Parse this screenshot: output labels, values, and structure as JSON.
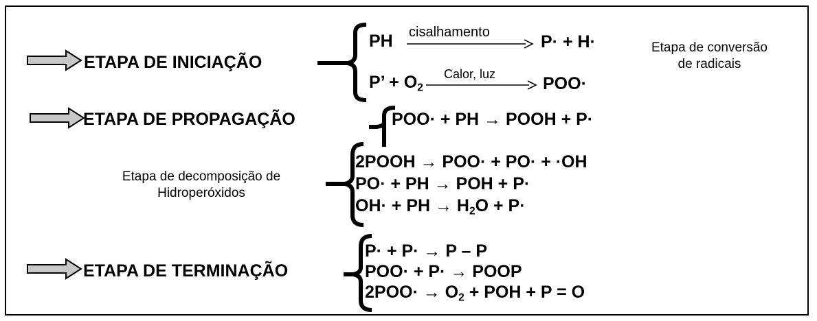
{
  "stages": {
    "iniciacao": "ETAPA DE INICIAÇÃO",
    "propagacao": "ETAPA DE PROPAGAÇÃO",
    "terminacao": "ETAPA DE TERMINAÇÃO"
  },
  "iniciacao": {
    "eq1_reactant": "PH",
    "eq1_condition": "cisalhamento",
    "eq1_products": "P· + H·",
    "eq2_reactant_a": "P’ + O",
    "eq2_reactant_sub": "2",
    "eq2_condition": "Calor, luz",
    "eq2_products": "POO·",
    "note_line1": "Etapa de conversão",
    "note_line2": "de radicais"
  },
  "propagacao": {
    "eq1": "POO· + PH → POOH + P·"
  },
  "decomposicao": {
    "label_line1": "Etapa de decomposição de",
    "label_line2": "Hidroperóxidos",
    "eq1": "2POOH → POO· + PO· + ·OH",
    "eq2": "PO· + PH → POH + P·",
    "eq3_a": "OH· + PH → H",
    "eq3_sub": "2",
    "eq3_b": "O + P·"
  },
  "terminacao": {
    "eq1": "P· + P· → P – P",
    "eq2": "POO· + P· → POOP",
    "eq3_a": "2POO· → O",
    "eq3_sub": "2",
    "eq3_b": " + POH + P = O"
  },
  "colors": {
    "arrow_fill": "#c8c8c8",
    "stroke": "#000000"
  }
}
